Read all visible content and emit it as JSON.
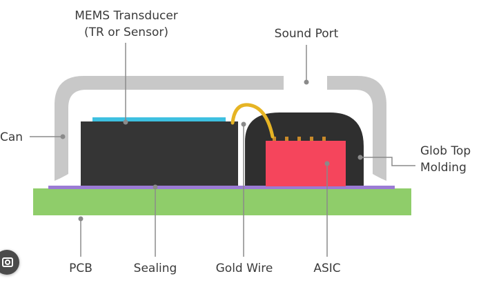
{
  "labels": {
    "mems": "MEMS Transducer",
    "mems_sub": "(TR or Sensor)",
    "sound_port": "Sound Port",
    "can": "Can",
    "glob_top_1": "Glob Top",
    "glob_top_2": "Molding",
    "pcb": "PCB",
    "sealing": "Sealing",
    "gold_wire": "Gold Wire",
    "asic": "ASIC"
  },
  "colors": {
    "can": "#c8c8c8",
    "pcb": "#8fcd6a",
    "sealing": "#9b7bd4",
    "mems_body": "#353535",
    "mems_top": "#3ec0e0",
    "glob_top": "#2f2f2f",
    "asic": "#f5455c",
    "gold_wire": "#e6b424",
    "asic_pins": "#c98a2a"
  },
  "icons": {
    "lens": "lens-search-icon"
  }
}
